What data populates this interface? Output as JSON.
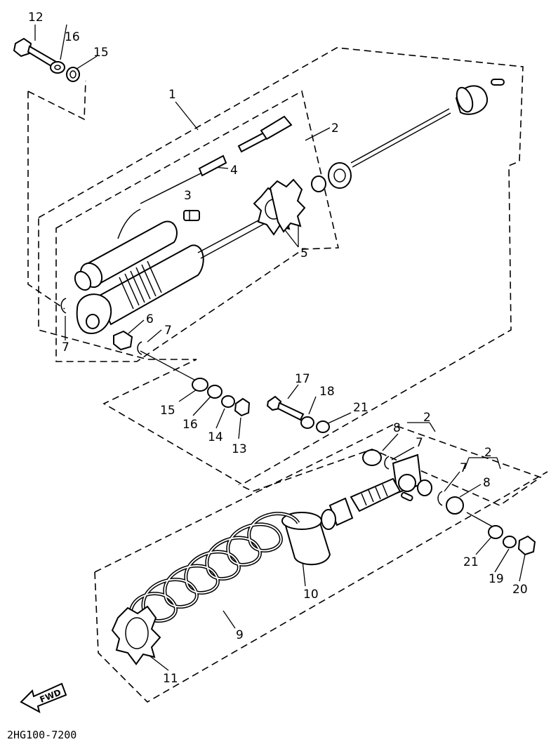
{
  "callouts": {
    "p1": "1",
    "p2a": "2",
    "p2b": "2",
    "p2c": "2",
    "p3": "3",
    "p4": "4",
    "p5": "5",
    "p6": "6",
    "p7a": "7",
    "p7b": "7",
    "p7c": "7",
    "p7d": "7",
    "p8a": "8",
    "p8b": "8",
    "p9": "9",
    "p10": "10",
    "p11": "11",
    "p12": "12",
    "p13": "13",
    "p14": "14",
    "p15a": "15",
    "p15b": "15",
    "p16a": "16",
    "p16b": "16",
    "p17": "17",
    "p18": "18",
    "p19": "19",
    "p20": "20",
    "p21a": "21",
    "p21b": "21"
  },
  "fwd_label": "FWD",
  "diagram_code": "2HG100-7200"
}
